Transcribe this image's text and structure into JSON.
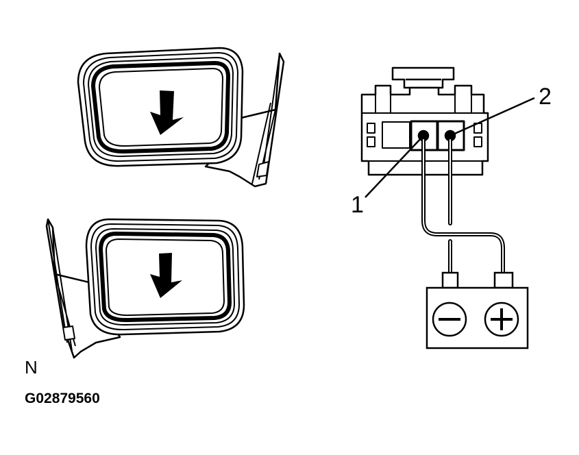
{
  "labels": {
    "terminal_1": "1",
    "terminal_2": "2",
    "view_letter": "N",
    "figure_code": "G02879560"
  },
  "colors": {
    "ink": "#000000",
    "paper": "#ffffff"
  },
  "icons": {
    "mirror_top": "side-mirror-icon",
    "mirror_bottom": "side-mirror-icon",
    "arrow": "down-arrow-icon",
    "battery": "battery-icon"
  }
}
